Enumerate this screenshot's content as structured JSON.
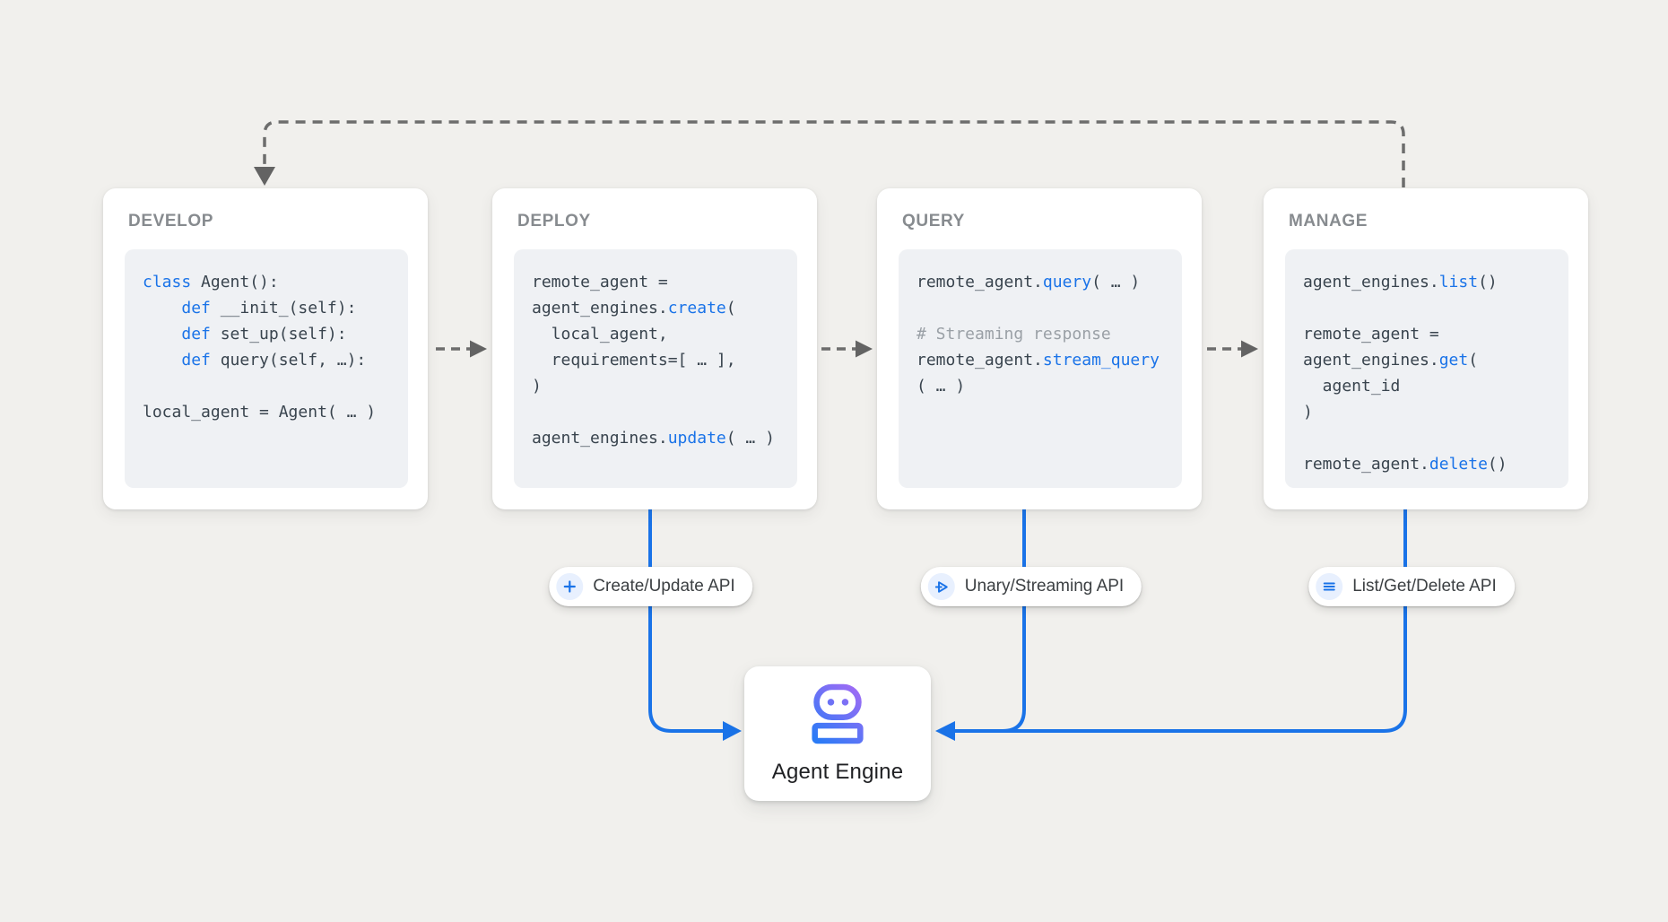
{
  "colors": {
    "background": "#f1f0ed",
    "accent_blue": "#1a73e8",
    "connector_gray": "#6d6d6d",
    "arrowhead_gray": "#636363",
    "code_text": "#39444e",
    "code_keyword": "#1a73e8",
    "code_comment": "#9aa0a6",
    "card_title_gray": "#878b8f",
    "pill_badge_bg": "#e8f0fe",
    "robot_gradient_start": "#2b7bf6",
    "robot_gradient_end": "#a06bf5"
  },
  "cards": [
    {
      "id": "develop",
      "title": "DEVELOP",
      "code": [
        [
          {
            "t": "class",
            "s": "kw"
          },
          {
            "t": " Agent():",
            "s": "pl"
          }
        ],
        [
          {
            "t": "    ",
            "s": "pl"
          },
          {
            "t": "def",
            "s": "kw"
          },
          {
            "t": " __init_(self):",
            "s": "pl"
          }
        ],
        [
          {
            "t": "    ",
            "s": "pl"
          },
          {
            "t": "def",
            "s": "kw"
          },
          {
            "t": " set_up(self):",
            "s": "pl"
          }
        ],
        [
          {
            "t": "    ",
            "s": "pl"
          },
          {
            "t": "def",
            "s": "kw"
          },
          {
            "t": " query(self, …):",
            "s": "pl"
          }
        ],
        [],
        [
          {
            "t": "local_agent = Agent( … )",
            "s": "pl"
          }
        ]
      ]
    },
    {
      "id": "deploy",
      "title": "DEPLOY",
      "code": [
        [
          {
            "t": "remote_agent =",
            "s": "pl"
          }
        ],
        [
          {
            "t": "agent_engines.",
            "s": "pl"
          },
          {
            "t": "create",
            "s": "kw"
          },
          {
            "t": "(",
            "s": "pl"
          }
        ],
        [
          {
            "t": "  local_agent,",
            "s": "pl"
          }
        ],
        [
          {
            "t": "  requirements=[ … ],",
            "s": "pl"
          }
        ],
        [
          {
            "t": ")",
            "s": "pl"
          }
        ],
        [],
        [
          {
            "t": "agent_engines.",
            "s": "pl"
          },
          {
            "t": "update",
            "s": "kw"
          },
          {
            "t": "( … )",
            "s": "pl"
          }
        ]
      ]
    },
    {
      "id": "query",
      "title": "QUERY",
      "code": [
        [
          {
            "t": "remote_agent.",
            "s": "pl"
          },
          {
            "t": "query",
            "s": "kw"
          },
          {
            "t": "( … )",
            "s": "pl"
          }
        ],
        [],
        [
          {
            "t": "# Streaming response",
            "s": "cm"
          }
        ],
        [
          {
            "t": "remote_agent.",
            "s": "pl"
          },
          {
            "t": "stream_query",
            "s": "kw"
          }
        ],
        [
          {
            "t": "( … )",
            "s": "pl"
          }
        ]
      ]
    },
    {
      "id": "manage",
      "title": "MANAGE",
      "code": [
        [
          {
            "t": "agent_engines.",
            "s": "pl"
          },
          {
            "t": "list",
            "s": "kw"
          },
          {
            "t": "()",
            "s": "pl"
          }
        ],
        [],
        [
          {
            "t": "remote_agent =",
            "s": "pl"
          }
        ],
        [
          {
            "t": "agent_engines.",
            "s": "pl"
          },
          {
            "t": "get",
            "s": "kw"
          },
          {
            "t": "(",
            "s": "pl"
          }
        ],
        [
          {
            "t": "  agent_id",
            "s": "pl"
          }
        ],
        [
          {
            "t": ")",
            "s": "pl"
          }
        ],
        [],
        [
          {
            "t": "remote_agent.",
            "s": "pl"
          },
          {
            "t": "delete",
            "s": "kw"
          },
          {
            "t": "()",
            "s": "pl"
          }
        ]
      ]
    }
  ],
  "pills": [
    {
      "id": "create",
      "icon": "plus-icon",
      "label": "Create/Update API"
    },
    {
      "id": "unary",
      "icon": "send-icon",
      "label": "Unary/Streaming API"
    },
    {
      "id": "list",
      "icon": "list-icon",
      "label": "List/Get/Delete API"
    }
  ],
  "engine": {
    "icon": "robot-icon",
    "label": "Agent Engine"
  }
}
